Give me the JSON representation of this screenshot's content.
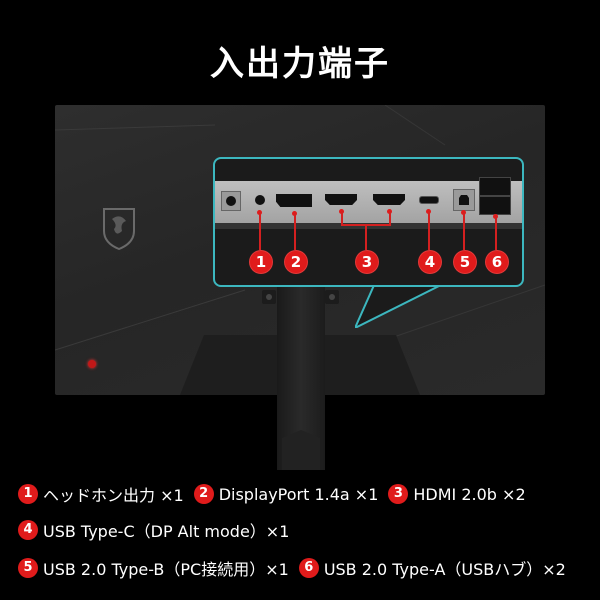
{
  "title": "入出力端子",
  "colors": {
    "accent_red": "#e01b1b",
    "callout_border": "#3cb7bf",
    "background": "#000000"
  },
  "callout": {
    "ports": [
      {
        "id": "1",
        "name": "headphone-jack"
      },
      {
        "id": "2",
        "name": "displayport"
      },
      {
        "id": "3",
        "name": "hdmi-ports"
      },
      {
        "id": "4",
        "name": "usb-type-c"
      },
      {
        "id": "5",
        "name": "usb-type-b"
      },
      {
        "id": "6",
        "name": "usb-type-a"
      }
    ]
  },
  "legend": {
    "items": [
      {
        "num": "1",
        "label": "ヘッドホン出力 ×1"
      },
      {
        "num": "2",
        "label": "DisplayPort 1.4a ×1"
      },
      {
        "num": "3",
        "label": "HDMI 2.0b ×2"
      },
      {
        "num": "4",
        "label": "USB Type-C（DP Alt mode）×1"
      },
      {
        "num": "5",
        "label": "USB 2.0 Type-B（PC接続用）×1"
      },
      {
        "num": "6",
        "label": "USB 2.0 Type-A（USBハブ）×2"
      }
    ]
  }
}
